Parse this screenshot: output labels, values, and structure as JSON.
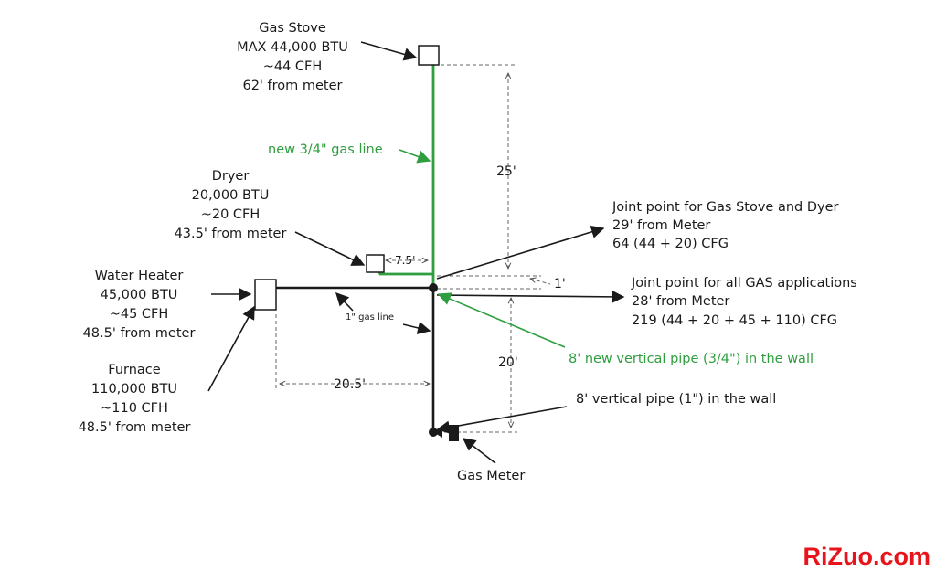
{
  "appliances": {
    "stove": {
      "name": "Gas Stove",
      "btu": "MAX 44,000 BTU",
      "cfh": "~44 CFH",
      "dist": "62' from meter"
    },
    "dryer": {
      "name": "Dryer",
      "btu": "20,000 BTU",
      "cfh": "~20 CFH",
      "dist": "43.5' from meter"
    },
    "water_heater": {
      "name": "Water Heater",
      "btu": "45,000 BTU",
      "cfh": "~45 CFH",
      "dist": "48.5' from meter"
    },
    "furnace": {
      "name": "Furnace",
      "btu": "110,000 BTU",
      "cfh": "~110 CFH",
      "dist": "48.5' from meter"
    }
  },
  "joints": {
    "stove_dryer": {
      "title": "Joint point for Gas Stove and Dyer",
      "dist": "29' from Meter",
      "flow": "64 (44 + 20) CFG"
    },
    "all": {
      "title": "Joint point for all GAS applications",
      "dist": "28' from Meter",
      "flow": "219 (44 + 20 + 45 + 110) CFG"
    }
  },
  "lines": {
    "new_line": "new 3/4\" gas line",
    "one_inch_line": "1\" gas line",
    "new_vertical": "8' new vertical pipe (3/4\") in the wall",
    "vertical": "8' vertical pipe (1\") in the wall"
  },
  "meter": {
    "label": "Gas Meter"
  },
  "dimensions": {
    "d25": "25'",
    "d1": "1'",
    "d7_5": "7.5'",
    "d20": "20'",
    "d20_5": "20.5'"
  },
  "brand": {
    "text": "RiZuo.com"
  },
  "colors": {
    "new_pipe": "#2e9e3e",
    "existing_pipe": "#1a1a1a",
    "brand": "#e8141b"
  }
}
